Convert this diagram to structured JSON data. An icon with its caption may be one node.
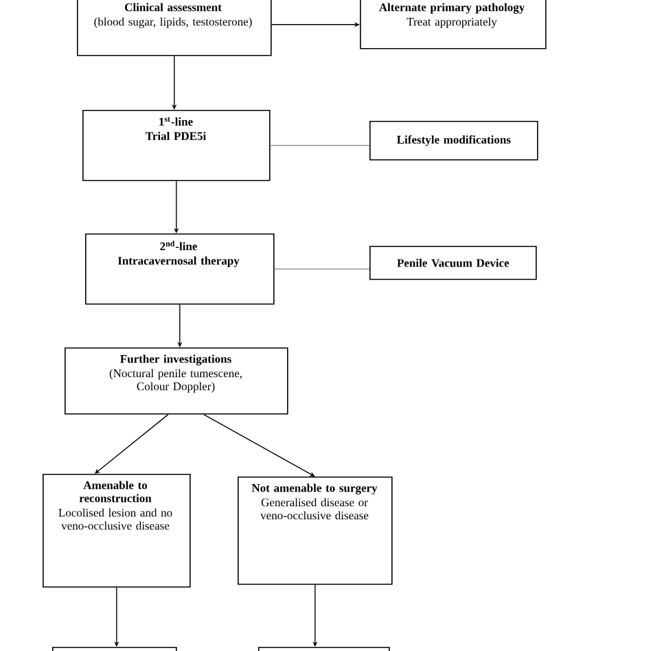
{
  "diagram": {
    "nodes": [
      {
        "text": [
          "Clinical assessment",
          "(blood sugar, lipids, testosterone)"
        ]
      },
      {
        "text": [
          "Alternate primary pathology",
          "Treat appropriately"
        ]
      },
      {
        "text": [
          "1$^{st}$-line",
          "Trial PDE5i"
        ]
      },
      {
        "text": [
          "Lifestyle modifications"
        ]
      },
      {
        "text": [
          "2$^{nd}$-line",
          "Intracavernosal therapy"
        ]
      },
      {
        "text": [
          "Penile Vacuum Device"
        ]
      },
      {
        "text": [
          "Further investigations",
          "(Noctural penile tumescene, Colour Doppler)"
        ]
      },
      {
        "text": [
          "Amenable to reconstruction",
          "Locolised lesion and no veno-occlusive disease"
        ]
      },
      {
        "text": [
          "Not amenable to surgery",
          "Generalised disease or veno-occlusive disease"
        ]
      },
      {
        "text": [],
        "shape": "box"
      },
      {
        "text": [],
        "shape": "box"
      }
    ],
    "edges": [
      {
        "from": 0,
        "to": 1,
        "arrow": "to"
      },
      {
        "from": 0,
        "to": 2,
        "arrow": "to"
      },
      {
        "from": 2,
        "to": 3,
        "arrow": "none",
        "color": "#9a9a9a"
      },
      {
        "from": 2,
        "to": 4,
        "arrow": "to"
      },
      {
        "from": 4,
        "to": 5,
        "arrow": "none",
        "color": "#9a9a9a"
      },
      {
        "from": 4,
        "to": 6,
        "arrow": "to"
      },
      {
        "from": 6,
        "to": 7,
        "arrow": "to"
      },
      {
        "from": 6,
        "to": 8,
        "arrow": "to"
      },
      {
        "from": 7,
        "to": 9,
        "arrow": "to"
      },
      {
        "from": 8,
        "to": 10,
        "arrow": "to"
      }
    ]
  }
}
